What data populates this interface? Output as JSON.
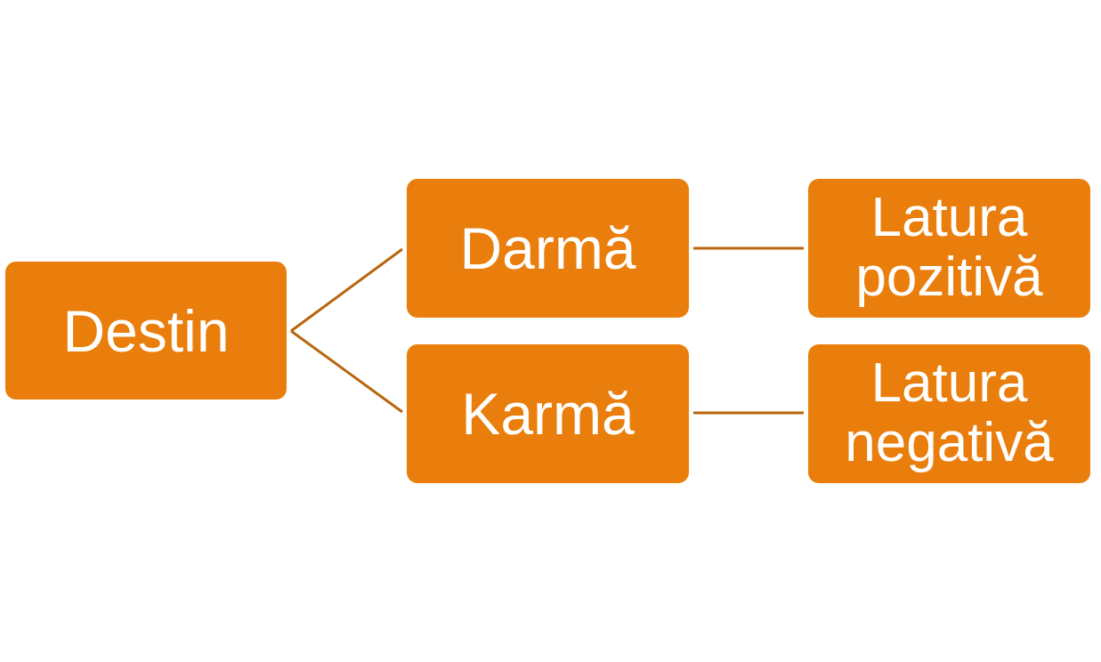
{
  "colors": {
    "node_fill": "#ea7e0c",
    "node_text": "#ffffff",
    "connector": "#b8660e",
    "background": "#ffffff"
  },
  "nodes": {
    "destin": "Destin",
    "darma": "Darmă",
    "karma": "Karmă",
    "latura_pozitiva": "Latura\npozitivă",
    "latura_negativa": "Latura\nnegativă"
  },
  "edges": [
    {
      "from": "destin",
      "to": "darma"
    },
    {
      "from": "destin",
      "to": "karma"
    },
    {
      "from": "darma",
      "to": "latura_pozitiva"
    },
    {
      "from": "karma",
      "to": "latura_negativa"
    }
  ]
}
